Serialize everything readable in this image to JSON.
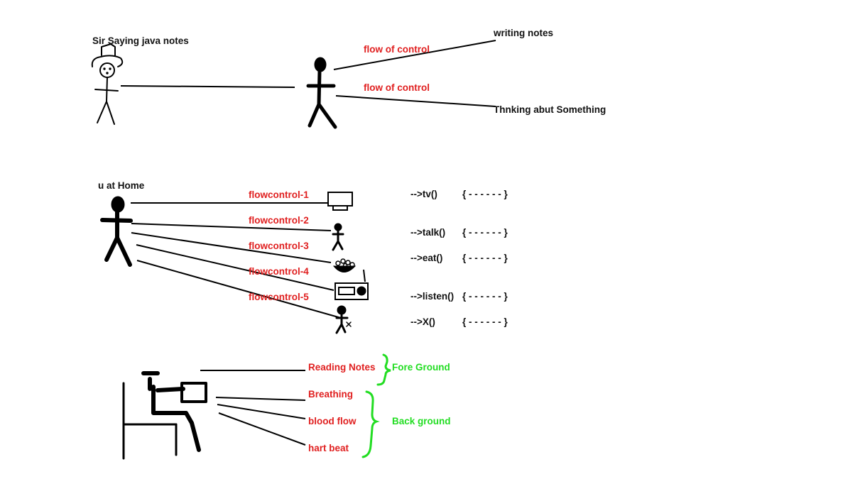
{
  "colors": {
    "ink": "#000000",
    "red": "#e02020",
    "green": "#22dd22",
    "background": "#ffffff"
  },
  "scene1": {
    "sir_label": "Sir Saying java notes",
    "flow_top": "flow of control",
    "flow_bottom": "flow of control",
    "writing_label": "writing notes",
    "thinking_label": "Thnking abut Something"
  },
  "scene2": {
    "home_label": "u at Home",
    "flows": [
      {
        "label": "flowcontrol-1",
        "method": "-->tv()",
        "body": "{ - - - - - - }",
        "icon": "tv-icon"
      },
      {
        "label": "flowcontrol-2",
        "method": "-->talk()",
        "body": "{ - - - - - - }",
        "icon": "person-icon"
      },
      {
        "label": "flowcontrol-3",
        "method": "-->eat()",
        "body": "{ - - - - - - }",
        "icon": "food-bowl-icon"
      },
      {
        "label": "flowcontrol-4",
        "method": "-->listen()",
        "body": "{ - - - - - - }",
        "icon": "radio-icon"
      },
      {
        "label": "flowcontrol-5",
        "method": "-->X()",
        "body": "{ - - - - - - }",
        "icon": "person-x-icon"
      }
    ]
  },
  "scene3": {
    "reading": "Reading Notes",
    "breathing": "Breathing",
    "blood": "blood flow",
    "heart": "hart beat",
    "foreground": "Fore Ground",
    "background": "Back ground"
  }
}
